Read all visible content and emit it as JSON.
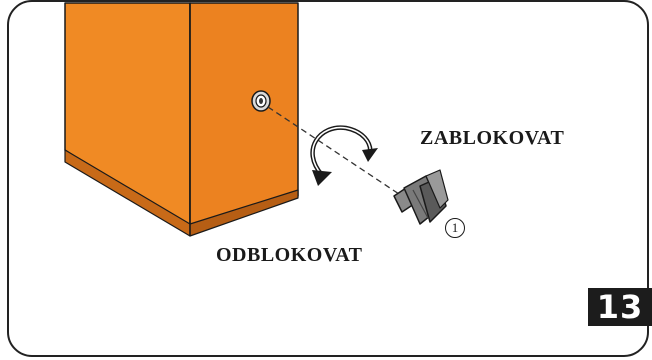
{
  "labels": {
    "lock": "ZABLOKOVAT",
    "unlock": "ODBLOKOVAT"
  },
  "callout": {
    "number": "1"
  },
  "figure": {
    "number": "13"
  },
  "colors": {
    "housing_front": "#F08A24",
    "housing_side": "#EC8220",
    "housing_bottom": "#C86A18",
    "key": "#7A7A7A",
    "key_dark": "#5A5A5A",
    "frame": "#222222",
    "badge_background": "#1C1C1C"
  },
  "icons": {
    "rotation_arrow": "rotation-arrow-icon",
    "key": "release-key-icon",
    "keyhole": "keyhole-icon"
  }
}
